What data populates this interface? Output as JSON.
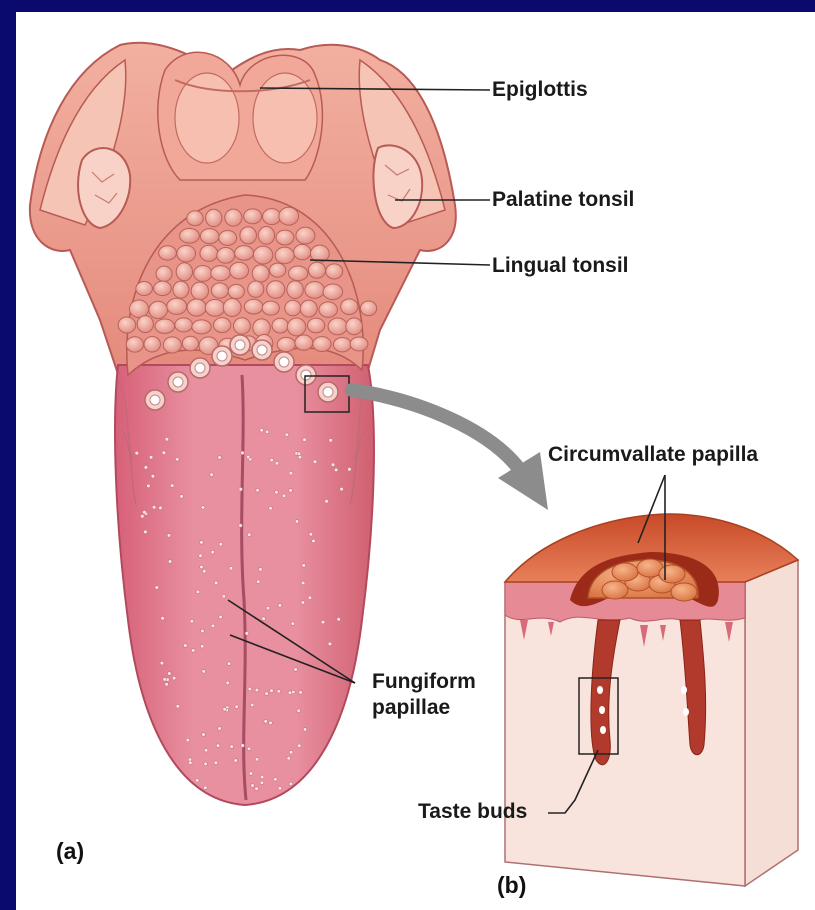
{
  "labels": {
    "epiglottis": "Epiglottis",
    "palatine_tonsil": "Palatine tonsil",
    "lingual_tonsil": "Lingual tonsil",
    "circumvallate_papilla": "Circumvallate papilla",
    "fungiform_line1": "Fungiform",
    "fungiform_line2": "papillae",
    "taste_buds": "Taste buds"
  },
  "panels": {
    "a": "(a)",
    "b": "(b)"
  },
  "colors": {
    "frame": "#0a0a6e",
    "background": "#ffffff",
    "tongue": "#e0788a",
    "throat": "#e89080",
    "papilla_top": "#d8603a",
    "tissue": "#f3d8d0",
    "arrow": "#8c8c8c"
  }
}
